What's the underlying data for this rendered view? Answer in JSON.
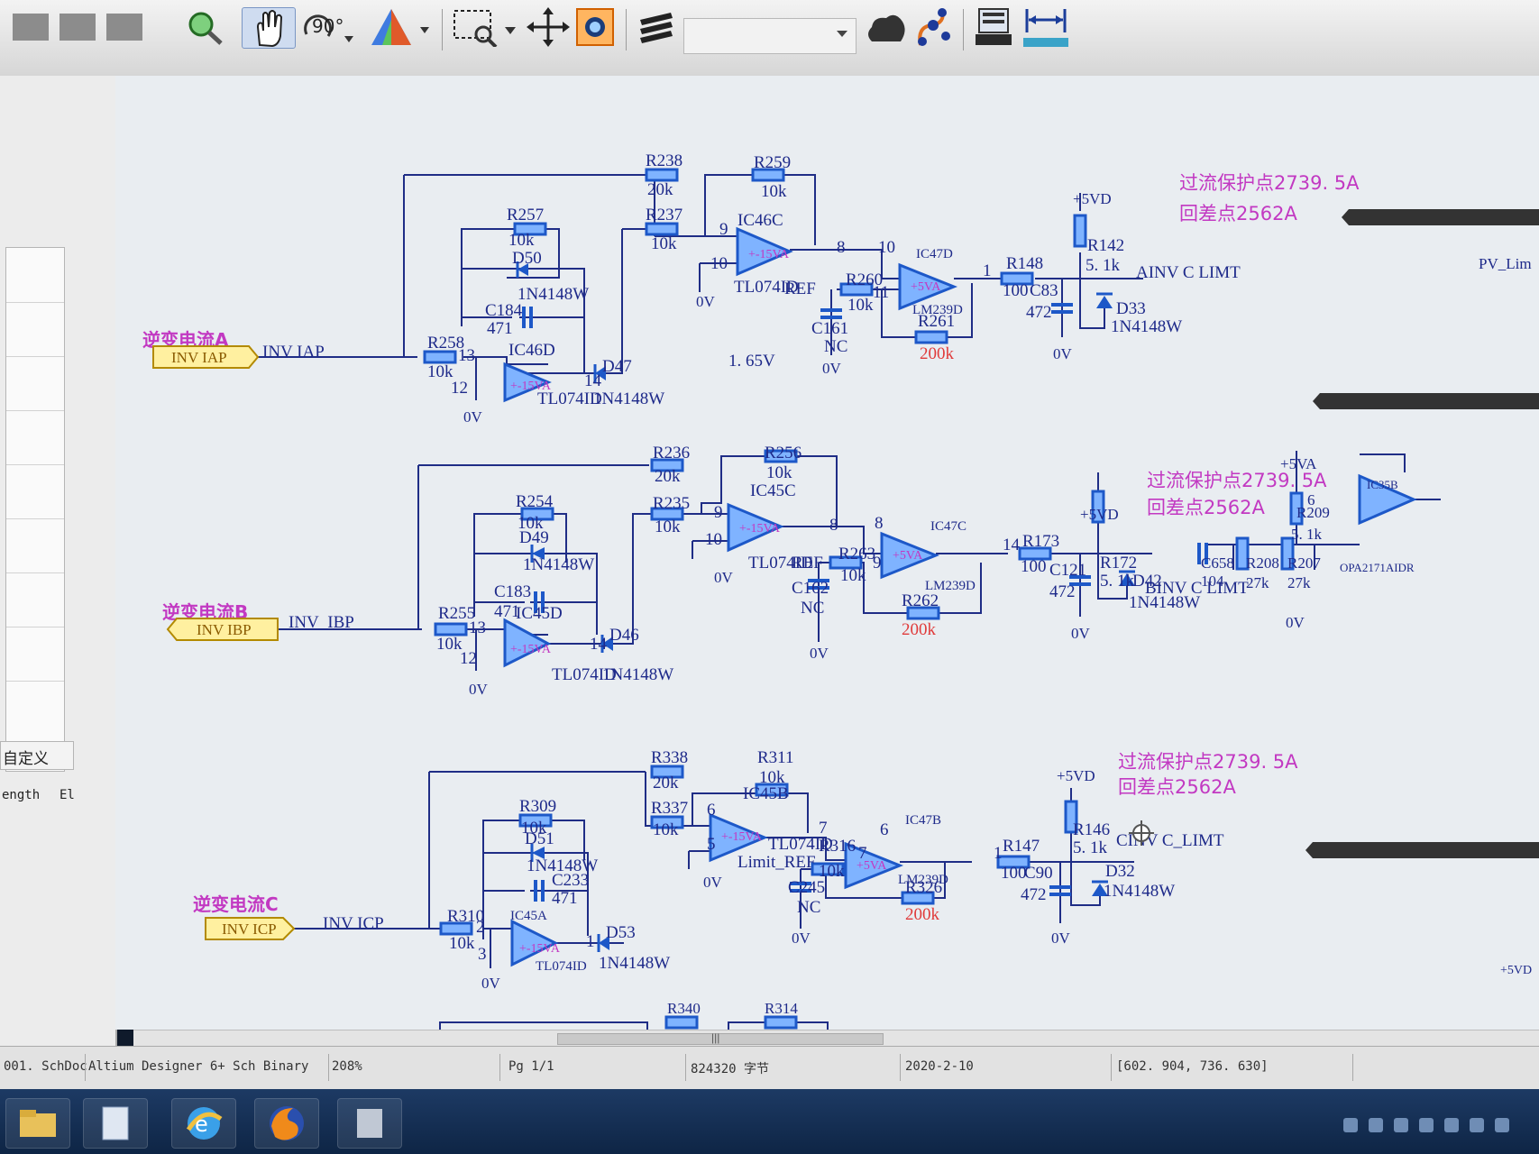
{
  "toolbar": {
    "buttons": [
      {
        "name": "zoom-icon"
      },
      {
        "name": "hand-pan-icon"
      },
      {
        "name": "rotate-90-icon",
        "label": "90°"
      },
      {
        "name": "color-triangle-icon"
      },
      {
        "name": "select-area-icon"
      },
      {
        "name": "move-icon"
      },
      {
        "name": "inspector-icon"
      },
      {
        "name": "layer-stack-icon"
      },
      {
        "name": "cloud-icon"
      },
      {
        "name": "net-color-icon"
      },
      {
        "name": "component-icon"
      },
      {
        "name": "measure-icon"
      }
    ],
    "combo_value": ""
  },
  "left_panel": {
    "custom_label": "自定义",
    "length_label": "ength",
    "el_label": "El"
  },
  "schematic": {
    "colors": {
      "wire": "#1f2d86",
      "component": "#1d58c8",
      "component_fill": "#7fb3ff",
      "text": "#1e2a8a",
      "note": "#c239c2",
      "value_red": "#e03a3a",
      "port_fill": "#fff0a0",
      "port_border": "#b38a00",
      "port_label": "#8a5a00"
    },
    "notes": {
      "a_line1": "过流保护点2739. 5A",
      "a_line2": "回差点2562A",
      "b_line1": "过流保护点2739. 5A",
      "b_line2": "回差点2562A",
      "c_line1": "过流保护点2739. 5A",
      "c_line2": "回差点2562A"
    },
    "channel_a": {
      "title": "逆变电流A",
      "port": "INV IAP",
      "net": "INV IAP",
      "r238": "R238",
      "r238_val": "20k",
      "r259": "R259",
      "r259_val": "10k",
      "r257": "R257",
      "r257_val": "10k",
      "r237": "R237",
      "r237_val": "10k",
      "d50": "D50",
      "d50_val": "1N4148W",
      "c184": "C184",
      "c184_val": "471",
      "r258": "R258",
      "r258_val": "10k",
      "ic46d": "IC46D",
      "ic46d_part": "TL074ID",
      "d47": "D47",
      "d47_val": "1N4148W",
      "ic46c": "IC46C",
      "ic46c_part": "TL074ID",
      "ref": "REF",
      "ic47d": "IC47D",
      "ic47d_part": "LM239D",
      "r260": "R260",
      "r260_val": "10k",
      "c161": "C161",
      "c161_val": "NC",
      "r261": "R261",
      "r261_val": "200k",
      "r148": "R148",
      "r148_val": "100",
      "c83": "C83",
      "c83_val": "472",
      "r142": "R142",
      "r142_val": "5. 1k",
      "d33": "D33",
      "d33_val": "1N4148W",
      "net_out": "AINV C LIMT",
      "v165": "1. 65V",
      "vd5": "+5VD",
      "ov": "0V",
      "supply15": "+-15VA",
      "supply5": "+5VA",
      "pin9": "9",
      "pin10": "10",
      "pin8": "8",
      "pin10b": "10",
      "pin1": "1",
      "pin13": "13",
      "pin12": "12",
      "pin14": "14",
      "pin11": "11"
    },
    "channel_b": {
      "title": "逆变电流B",
      "port": "INV IBP",
      "net": "INV_IBP",
      "r236": "R236",
      "r236_val": "20k",
      "r256": "R256",
      "r256_val": "10k",
      "r254": "R254",
      "r254_val": "10k",
      "r235": "R235",
      "r235_val": "10k",
      "d49": "D49",
      "d49_val": "1N4148W",
      "c183": "C183",
      "c183_val": "471",
      "r255": "R255",
      "r255_val": "10k",
      "ic45d": "IC45D",
      "ic45d_part": "TL074ID",
      "d46": "D46",
      "d46_val": "1N4148W",
      "ic45c": "IC45C",
      "ic45c_part": "TL074ID",
      "ref": "REF",
      "ic47c": "IC47C",
      "ic47c_part": "LM239D",
      "r263": "R263",
      "r263_val": "10k",
      "c162": "C162",
      "c162_val": "NC",
      "r262": "R262",
      "r262_val": "200k",
      "r173": "R173",
      "r173_val": "100",
      "c121": "C121",
      "c121_val": "472",
      "r172": "R172",
      "r172_val": "5. 1k",
      "d42": "D42",
      "d42_val": "1N4148W",
      "net_out": "BINV C LIMT",
      "vd5": "+5VD",
      "ov": "0V",
      "supply15": "+-15VA",
      "supply5": "+5VA",
      "pin9": "9",
      "pin10": "10",
      "pin8": "8",
      "pin8b": "8",
      "pin9b": "9",
      "pin14": "14",
      "pin13": "13",
      "pin12": "12",
      "pin14b": "14"
    },
    "channel_c": {
      "title": "逆变电流C",
      "port": "INV ICP",
      "net": "INV ICP",
      "r338": "R338",
      "r338_val": "20k",
      "r311": "R311",
      "r311_val": "10k",
      "r309": "R309",
      "r309_val": "10k",
      "r337": "R337",
      "r337_val": "10k",
      "d51": "D51",
      "d51_val": "1N4148W",
      "c233": "C233",
      "c233_val": "471",
      "r310": "R310",
      "r310_val": "10k",
      "ic45a": "IC45A",
      "ic45a_part": "TL074ID",
      "d53": "D53",
      "d53_val": "1N4148W",
      "ic45b": "IC45B",
      "ic45b_part": "TL074ID",
      "limit_ref": "Limit_REF",
      "ic47b": "IC47B",
      "ic47b_part": "LM239D",
      "r316": "R316",
      "r316_val": "10k",
      "c245": "C245",
      "c245_val": "NC",
      "r326": "R326",
      "r326_val": "200k",
      "r147": "R147",
      "r147_val": "100",
      "c90": "C90",
      "c90_val": "472",
      "r146": "R146",
      "r146_val": "5. 1k",
      "d32": "D32",
      "d32_val": "1N4148W",
      "net_out": "CINV C_LIMT",
      "vd5": "+5VD",
      "ov": "0V",
      "supply15": "+-15VA",
      "supply5": "+5VA",
      "pin6": "6",
      "pin5": "5",
      "pin7": "7",
      "pin6b": "6",
      "pin7b": "7",
      "pin1": "1",
      "pin2": "2",
      "pin3": "3",
      "pin1b": "1"
    },
    "right_block": {
      "pv": "PV_Lim",
      "vd5": "+5VA",
      "r209": "R209",
      "r209_val": "5. 1k",
      "ic35b": "IC35B",
      "ic35b_part": "OPA2171AIDR",
      "c658": "C658",
      "c658_val": "104",
      "r208": "R208",
      "r208_val": "27k",
      "r207": "R207",
      "r207_val": "27k",
      "pin6": "6",
      "ov": "0V",
      "vd5b": "+5VD"
    },
    "bottom": {
      "r340": "R340",
      "r314": "R314"
    }
  },
  "statusbar": {
    "file": "001. SchDoc",
    "format": "Altium Designer 6+ Sch Binary",
    "zoom": "208%",
    "page": "Pg 1/1",
    "size": "824320 字节",
    "date": "2020-2-10",
    "coords": "[602. 904,  736. 630]"
  },
  "scroll": {
    "grip": "|||"
  }
}
